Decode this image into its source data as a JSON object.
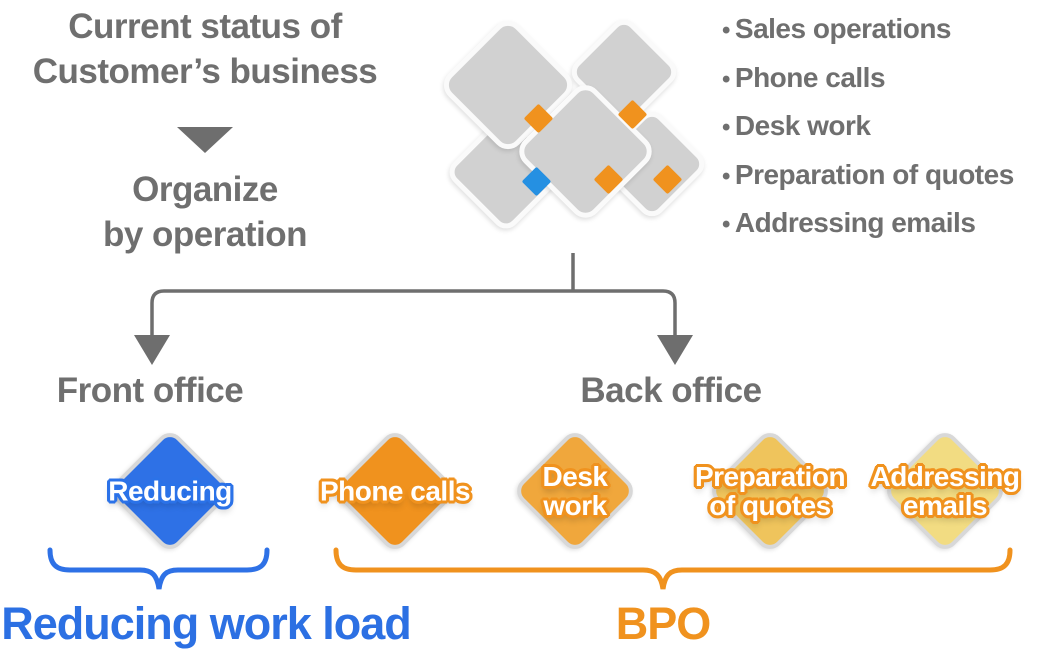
{
  "colors": {
    "gray_text": "#6F6F6F",
    "gray_line": "#6E6E6E",
    "card_gray": "#D1D1D1",
    "card_border": "#FAFAFA",
    "accent_orange": "#F0921E",
    "accent_blue_square": "#2590E2",
    "diamond_blue": "#2E71E6",
    "diamond_orange_1": "#F0921E",
    "diamond_orange_2": "#F0A73C",
    "diamond_orange_3": "#EFC45C",
    "diamond_orange_4": "#F2DC82",
    "diamond_border": "#D8D8D8",
    "blue_text": "#2C70E3",
    "orange_text": "#F0921E"
  },
  "header": {
    "title_line1": "Current status of",
    "title_line2": "Customer’s business",
    "step_line1": "Organize",
    "step_line2": "by operation"
  },
  "bullets": {
    "marker": "•",
    "items": [
      "Sales operations",
      "Phone calls",
      "Desk work",
      "Preparation of quotes",
      "Addressing emails"
    ]
  },
  "branches": {
    "front": "Front office",
    "back": "Back office"
  },
  "front_diamond": {
    "label": "Reducing"
  },
  "back_diamonds": [
    {
      "line1": "Phone calls",
      "line2": ""
    },
    {
      "line1": "Desk",
      "line2": "work"
    },
    {
      "line1": "Preparation",
      "line2": "of quotes"
    },
    {
      "line1": "Addressing",
      "line2": "emails"
    }
  ],
  "groups": {
    "front_label": "Reducing work load",
    "back_label": "BPO"
  }
}
